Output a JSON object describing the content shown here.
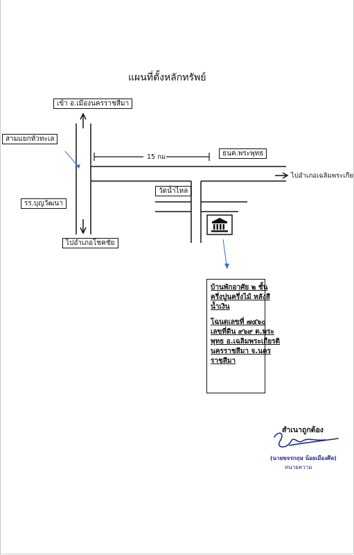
{
  "title": "แผนที่ตั้งหลักทรัพย์",
  "labels": {
    "to_city": "เข้า อ.เมืองนครราชสีมา",
    "junction": "สามแยกหัวทะเล",
    "school": "รร.บุญวัฒนา",
    "to_chokchai": "ไปอำเภอโชคชัย",
    "distance": "15 กม",
    "post_office": "ธนค.พระพุทธ",
    "to_chaloem": "ไปอำเภอเฉลิมพระเกียรติ",
    "temple": "วัดน้ำไหล"
  },
  "property_icon": "bank-building-icon",
  "info": {
    "lines": [
      "บ้านพักอาศัย ๒ ชั้น",
      "ครึ่งปูนครึ่งไม้  หลังสี",
      "น้ำเงิน",
      "",
      "โฉนดเลขที่ ๗๔๖๐",
      "เลขที่ดิน ๙๖๙ ต.พระ",
      "พุทธ อ.เฉลิมพระเกียรติ",
      "นครราชสีมา จ.นคร",
      "ราชสีมา"
    ]
  },
  "certification": {
    "text": "สำเนาถูกต้อง",
    "signer": "(นายขจรกฤษ น้อยเมืองศีล)",
    "position": "ทนายความ"
  },
  "colors": {
    "ink": "#111111",
    "pointer": "#3b6fd4",
    "signature": "#1f2a8c"
  }
}
